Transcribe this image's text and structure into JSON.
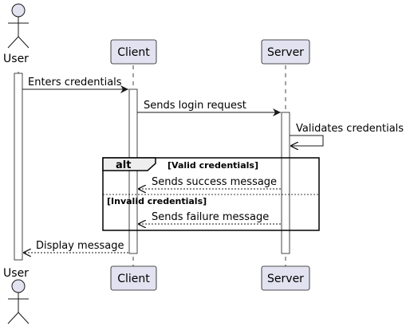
{
  "participants": {
    "user": "User",
    "client": "Client",
    "server": "Server"
  },
  "messages": {
    "m1": "Enters credentials",
    "m2": "Sends login request",
    "m3": "Validates credentials",
    "m4": "Sends success message",
    "m5": "Sends failure message",
    "m6": "Display message"
  },
  "fragment": {
    "keyword": "alt",
    "guard_1": "[Valid credentials]",
    "guard_2": "[Invalid credentials]"
  },
  "colors": {
    "participant_fill": "#e2e2f0",
    "participant_stroke": "#181818",
    "fragment_header_fill": "#eeeeee",
    "line": "#181818"
  }
}
